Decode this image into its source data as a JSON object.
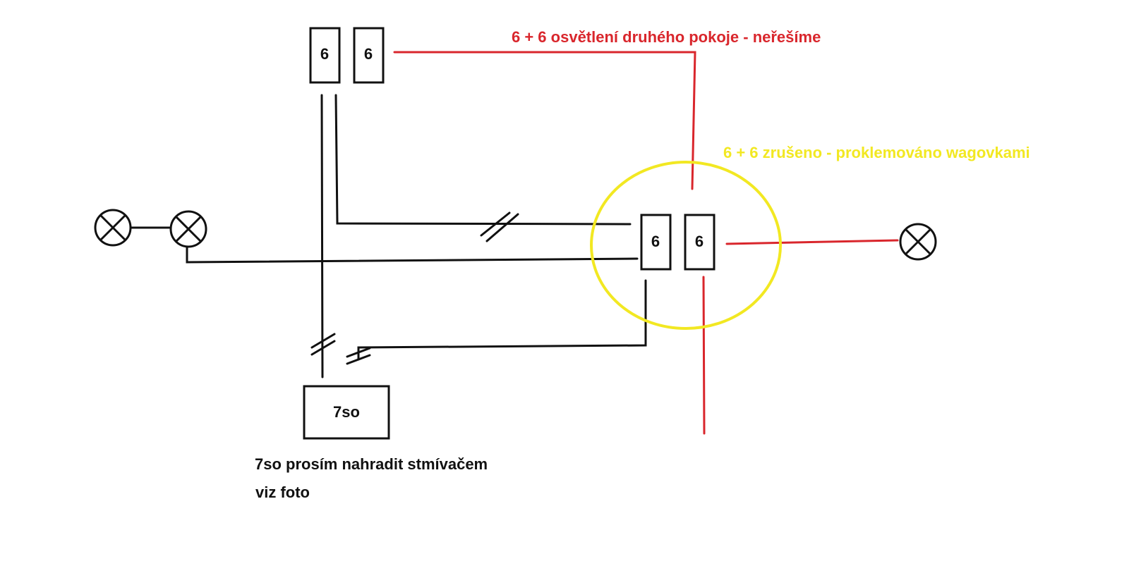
{
  "boxes": {
    "top_left": "6",
    "top_right": "6",
    "mid_left": "6",
    "mid_right": "6",
    "bottom": "7so"
  },
  "notes": {
    "red_note": "6 + 6 osvětlení druhého pokoje - neřešíme",
    "yellow_note": "6 + 6 zrušeno - proklemováno wagovkami",
    "dimmer_line1": "7so prosím nahradit stmívačem",
    "dimmer_line2": "viz foto"
  },
  "colors": {
    "black": "#111111",
    "red": "#d9262c",
    "yellow": "#f2e822"
  },
  "icons": [
    "lamp-icon",
    "lamp-icon",
    "lamp-icon"
  ]
}
